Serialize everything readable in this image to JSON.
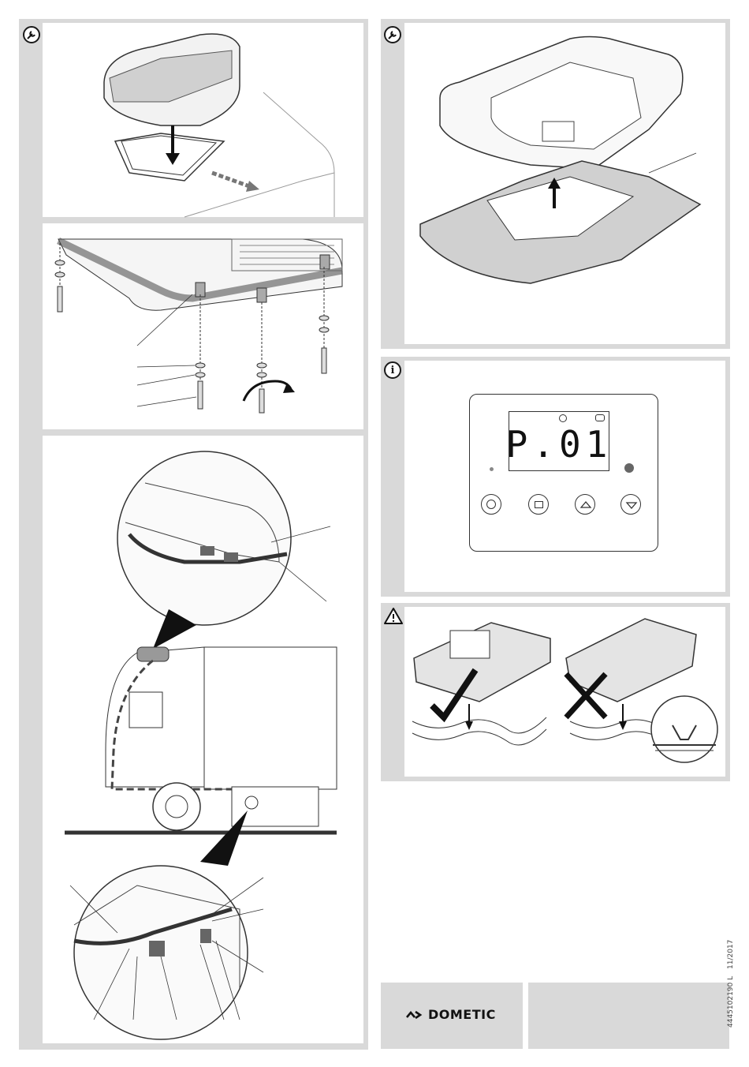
{
  "display": {
    "readout": "P.01"
  },
  "footer": {
    "brand_name": "DOMETIC",
    "document_number": "4445102190 L",
    "date": "11/2017"
  },
  "icons": {
    "installation": "wrench-icon",
    "information": "info-icon",
    "warning": "warning-triangle-icon"
  }
}
